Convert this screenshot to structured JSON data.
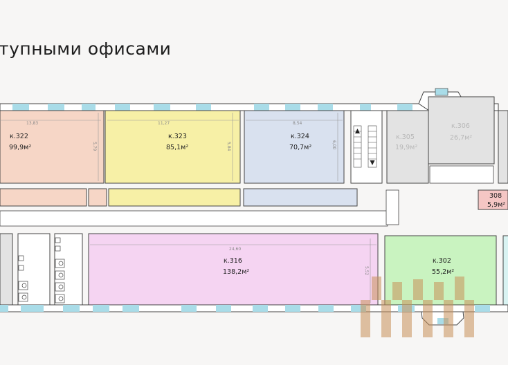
{
  "header": {
    "title": "тупными офисами"
  },
  "rooms": [
    {
      "id": "322",
      "label": "к.322",
      "area": "99,9м²",
      "color": "#f6d6c6",
      "dims": [
        "13,83",
        "5,79"
      ]
    },
    {
      "id": "323",
      "label": "к.323",
      "area": "85,1м²",
      "color": "#f7f0a6",
      "dims": [
        "11,27",
        "5,84"
      ]
    },
    {
      "id": "324",
      "label": "к.324",
      "area": "70,7м²",
      "color": "#d9e1ef",
      "dims": [
        "8,54",
        "6,00"
      ]
    },
    {
      "id": "305",
      "label": "к.305",
      "area": "19,9м²",
      "color": "#e3e3e3"
    },
    {
      "id": "306",
      "label": "к.306",
      "area": "26,7м²",
      "color": "#e3e3e3"
    },
    {
      "id": "308",
      "label": "308",
      "area": "5,9м²",
      "color": "#f5c6c4"
    },
    {
      "id": "316",
      "label": "к.316",
      "area": "138,2м²",
      "color": "#f5d4f2",
      "dims": [
        "24,60",
        "5,52"
      ]
    },
    {
      "id": "302",
      "label": "к.302",
      "area": "55,2м²",
      "color": "#c9f3c0"
    }
  ],
  "colors": {
    "wall": "#444444",
    "window": "#a9dce8",
    "watermark": "#c8925a"
  }
}
